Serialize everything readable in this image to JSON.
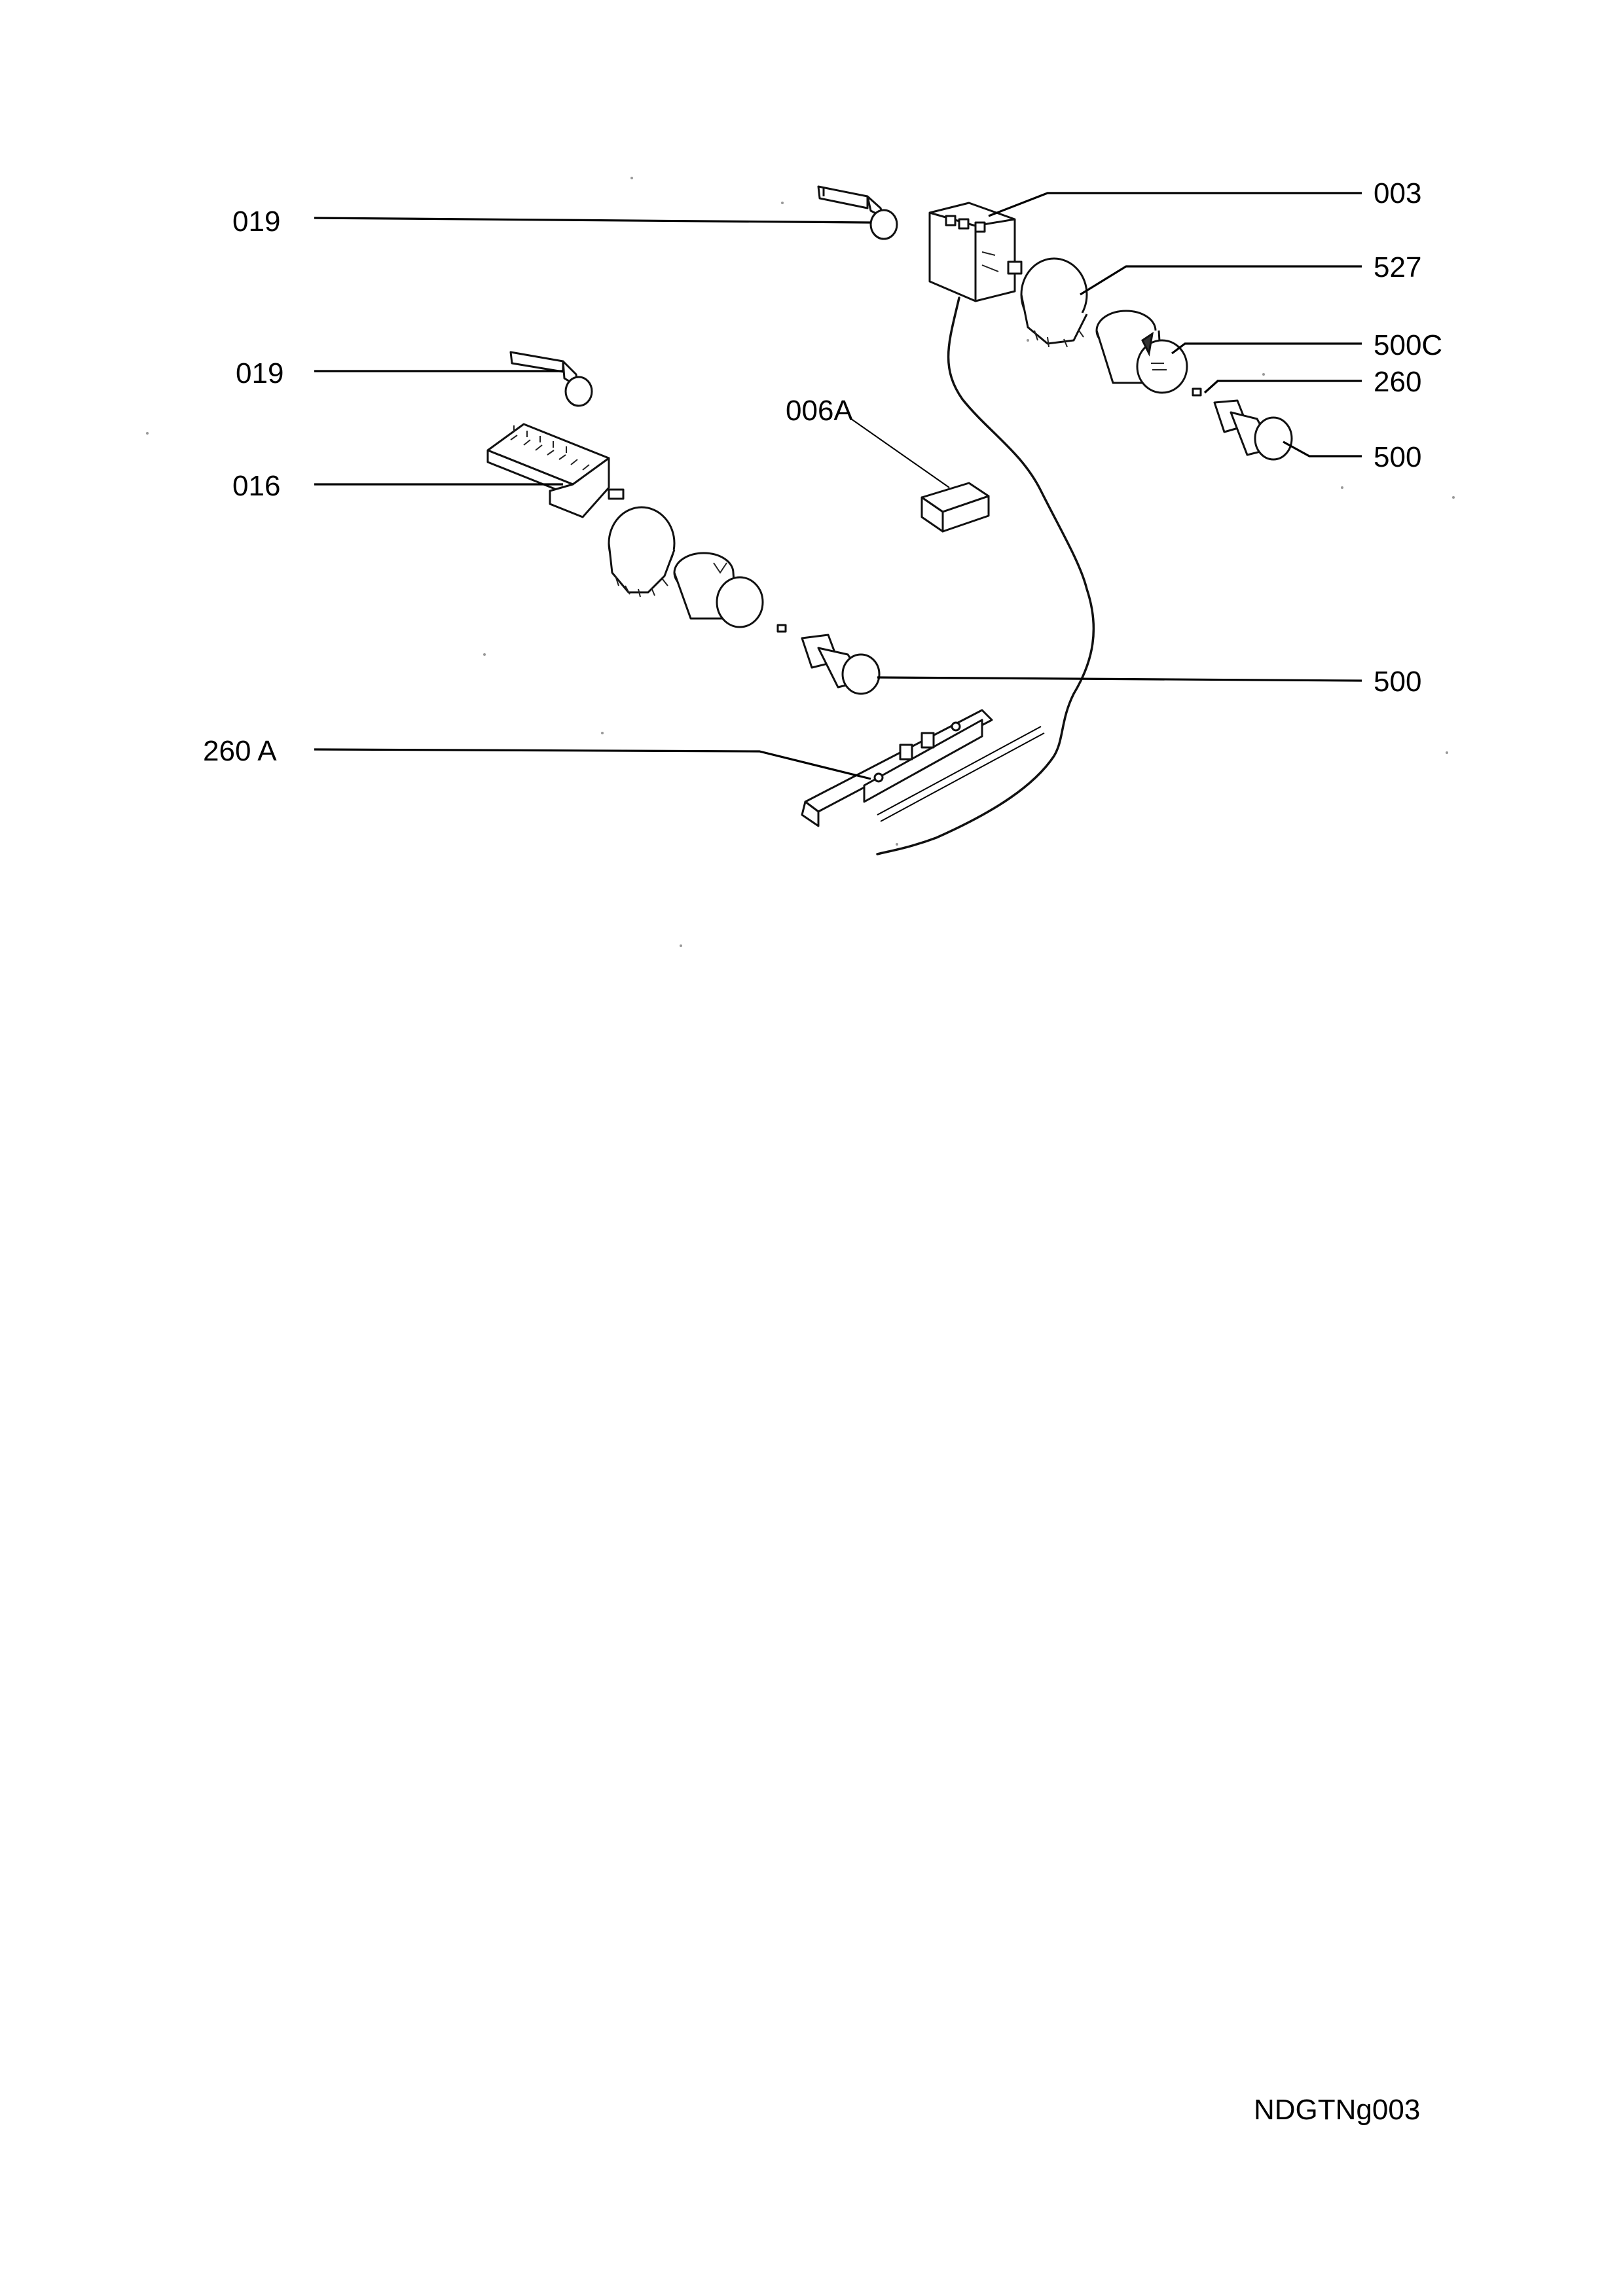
{
  "diagram": {
    "labels": {
      "l_019_top": "019",
      "l_019_mid": "019",
      "l_016": "016",
      "l_260A": "260 A",
      "l_006A": "006A",
      "l_003": "003",
      "l_527": "527",
      "l_500C": "500C",
      "l_260": "260",
      "l_500_right": "500",
      "l_500_mid": "500"
    },
    "footer_code": "NDGTNg003"
  }
}
